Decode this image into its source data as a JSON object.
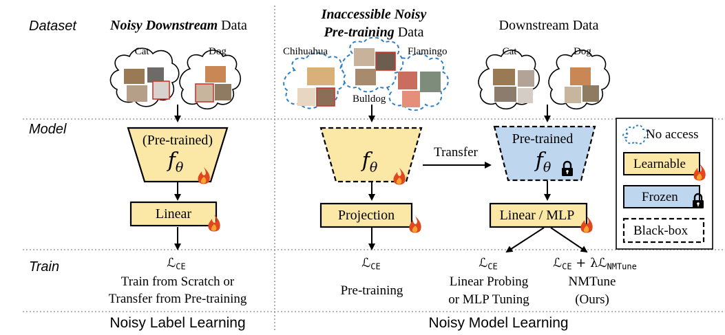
{
  "rows": {
    "dataset": "Dataset",
    "model": "Model",
    "train": "Train"
  },
  "left": {
    "data_title_bold": "Noisy Downstream",
    "data_title_rest": "Data",
    "cat": "Cat",
    "dog": "Dog",
    "encoder_label": "(Pre-trained)",
    "f_symbol": "f",
    "f_sub": "θ",
    "head": "Linear",
    "loss": "ℒ",
    "loss_sub": "CE",
    "train_line1": "Train from Scratch or",
    "train_line2": "Transfer from Pre-training",
    "section": "Noisy Label Learning"
  },
  "middle": {
    "data_title_line1": "Inaccessible Noisy",
    "data_title_line2_bold": "Pre-training",
    "data_title_line2_rest": "Data",
    "chihuahua": "Chihuahua",
    "flamingo": "Flamingo",
    "bulldog": "Bulldog",
    "f_symbol": "f",
    "f_sub": "θ",
    "head": "Projection",
    "loss": "ℒ",
    "loss_sub": "CE",
    "train_line1": "Pre-training",
    "transfer": "Transfer"
  },
  "right": {
    "data_title": "Downstream Data",
    "cat": "Cat",
    "dog": "Dog",
    "encoder_label": "Pre-trained",
    "f_symbol": "f",
    "f_sub": "θ",
    "head": "Linear / MLP",
    "loss1": "ℒ",
    "loss1_sub": "CE",
    "loss2_a": "ℒ",
    "loss2_a_sub": "CE",
    "loss2_b": "+ λℒ",
    "loss2_b_sub": "NMTune",
    "probe_line1": "Linear Probing",
    "probe_line2": "or MLP Tuning",
    "nmtune_line1": "NMTune",
    "nmtune_line2": "(Ours)",
    "section": "Noisy Model Learning"
  },
  "legend": {
    "no_access": "No access",
    "learnable": "Learnable",
    "frozen": "Frozen",
    "blackbox": "Black-box"
  },
  "colors": {
    "learnable_fill": "#FBE7A6",
    "frozen_fill": "#BFD7EE",
    "dashed_blue": "#2F7FC4",
    "flame": "#E0471F",
    "noisy_border": "#D0352B"
  }
}
